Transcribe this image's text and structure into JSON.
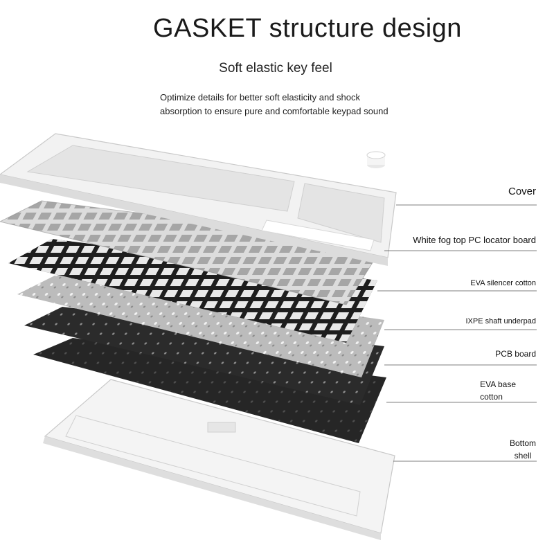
{
  "header": {
    "title": "GASKET structure design",
    "subtitle": "Soft elastic key feel",
    "description": "Optimize details for better soft elasticity and shock absorption to ensure pure and comfortable keypad sound"
  },
  "layers": [
    {
      "label": "Cover"
    },
    {
      "label": "White fog top PC locator board"
    },
    {
      "label": "EVA silencer cotton"
    },
    {
      "label": "IXPE shaft underpad"
    },
    {
      "label": "PCB board"
    },
    {
      "label": "EVA base\ncotton"
    },
    {
      "label": "Bottom\nshell"
    }
  ],
  "colors": {
    "cover": "#f2f2f2",
    "locator": "#dcdcdc",
    "silencer": "#1e1e1e",
    "ixpe": "#b9b9b9",
    "pcb": "#2b2b2b",
    "eva_base": "#262626",
    "shell": "#f4f4f4",
    "leader_line": "#555555"
  }
}
